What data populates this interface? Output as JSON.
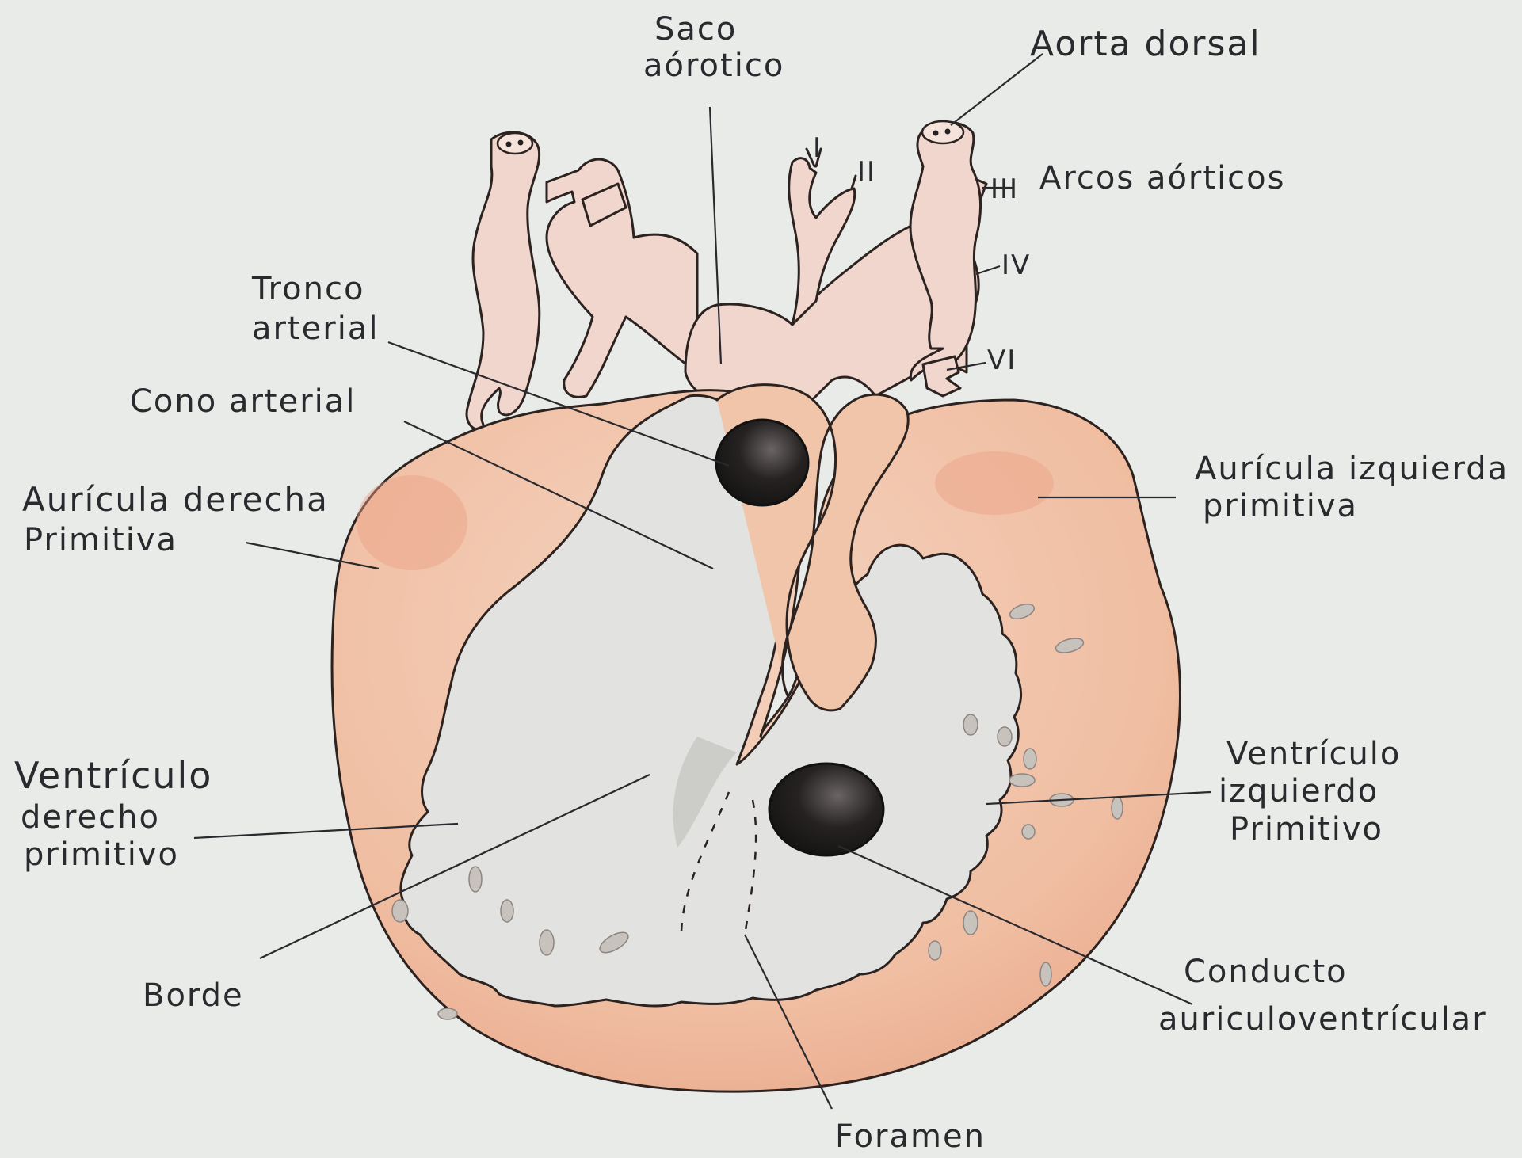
{
  "colors": {
    "paper": "#e9ebe8",
    "heart_wall": "#f1c3a6",
    "heart_wall_shade": "#ec9f86",
    "vessels": "#f1d5cc",
    "cavity": "#dfe1de",
    "opening": "#1e1b1b",
    "ink": "#2a2a2e"
  },
  "labels": {
    "saco_aortico": [
      "Saco",
      "aórotico"
    ],
    "aorta_dorsal": "Aorta dorsal",
    "arcos_aorticos": "Arcos aórticos",
    "arch_numerals": {
      "i": "I",
      "ii": "II",
      "iii": "III",
      "iv": "IV",
      "vi": "VI"
    },
    "tronco_arterial": [
      "Tronco",
      "arterial"
    ],
    "cono_arterial": "Cono arterial",
    "auricula_derecha": [
      "Aurícula derecha",
      "Primitiva"
    ],
    "auricula_izquierda": [
      "Aurícula izquierda",
      "primitiva"
    ],
    "ventriculo_derecho": [
      "Ventrículo",
      "derecho",
      "primitivo"
    ],
    "ventriculo_izquierdo": [
      "Ventrículo",
      "izquierdo",
      "Primitivo"
    ],
    "borde": "Borde",
    "conducto": [
      "Conducto",
      "auriculoventrícular"
    ],
    "foramen": "Foramen"
  }
}
